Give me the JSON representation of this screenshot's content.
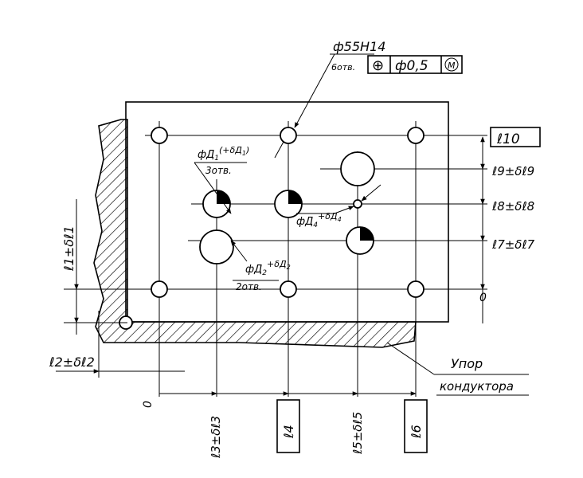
{
  "callouts": {
    "top_hole_size": "ф55Н14",
    "top_hole_note": "6отв.",
    "tolerance_symbol": "⊕",
    "tolerance_value": "ф0,5",
    "tolerance_modifier": "М",
    "hole1_size": "фД",
    "hole1_sub": "1",
    "hole1_tol": "(+δД",
    "hole1_tol_sub": "1",
    "hole1_tol_close": ")",
    "hole1_note": "3отв.",
    "hole2_size": "фД",
    "hole2_sub": "2",
    "hole2_tol": "+δД",
    "hole2_tol_sub": "2",
    "hole2_note": "2отв.",
    "hole4_size": "фД",
    "hole4_sub": "4",
    "hole4_tol": "+δД",
    "hole4_tol_sub": "4"
  },
  "dimensions": {
    "l10": "ℓ10",
    "l9": "ℓ9±δℓ9",
    "l8": "ℓ8±δℓ8",
    "l7": "ℓ7±δℓ7",
    "l1": "ℓ1±δℓ1",
    "l2": "ℓ2±δℓ2",
    "l3": "ℓ3±δℓ3",
    "l4": "ℓ4",
    "l5": "ℓ5±δℓ5",
    "l6": "ℓ6",
    "zero_right": "0",
    "zero_bottom": "0"
  },
  "labels": {
    "stop_line1": "Упор",
    "stop_line2": "кондуктора"
  }
}
